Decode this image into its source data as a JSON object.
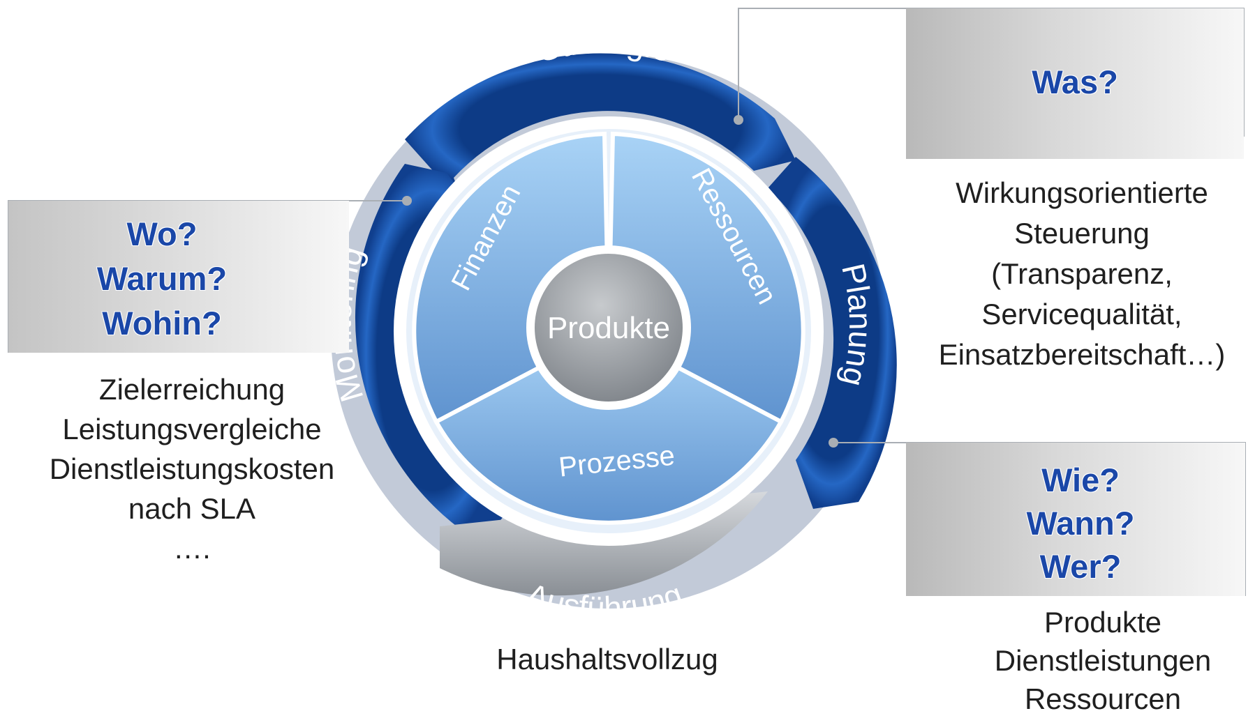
{
  "ring": {
    "strategie": "Strategie",
    "planung": "Planung",
    "ausfuehrung": "Ausführung",
    "monitoring": "Monitoring"
  },
  "segments": {
    "finanzen": "Finanzen",
    "ressourcen": "Ressourcen",
    "prozesse": "Prozesse"
  },
  "center": "Produkte",
  "boxes": {
    "was": [
      "Was?"
    ],
    "wo": [
      "Wo?",
      "Warum?",
      "Wohin?"
    ],
    "wie": [
      "Wie?",
      "Wann?",
      "Wer?"
    ]
  },
  "notes": {
    "right_top": [
      "Wirkungsorientierte",
      "Steuerung",
      "(Transparenz,",
      "Servicequalität,",
      "Einsatzbereitschaft…)"
    ],
    "left": [
      "Zielerreichung",
      "Leistungsvergleiche",
      "Dienstleistungskosten",
      "nach SLA",
      "…."
    ],
    "bottom_center": "Haushaltsvollzug",
    "right_bottom": [
      "Produkte",
      "Dienstleistungen",
      "Ressourcen"
    ]
  },
  "colors": {
    "ring_blue": "#1f5cb8",
    "ring_blue_dark": "#0d3b86",
    "ring_gray": "#9fa3a8",
    "segment_light": "#8ec0ee",
    "segment_dark": "#5f93cf",
    "center_gray": "#8e9297",
    "question_text": "#1a47a8"
  }
}
